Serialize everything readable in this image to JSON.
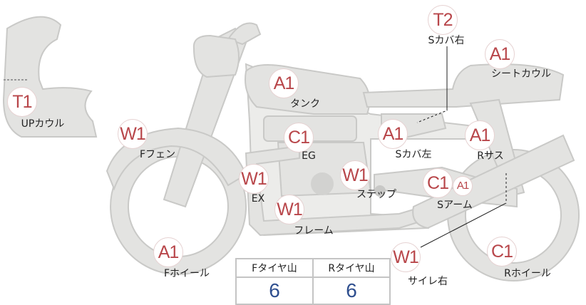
{
  "parts": [
    {
      "grade": "T2",
      "label": "Sカバ右"
    },
    {
      "grade": "A1",
      "label": "シートカウル"
    },
    {
      "grade": "A1",
      "label": "タンク"
    },
    {
      "grade": "T1",
      "label": "UPカウル"
    },
    {
      "grade": "W1",
      "label": "Fフェン"
    },
    {
      "grade": "C1",
      "label": "EG"
    },
    {
      "grade": "A1",
      "label": "Sカバ左"
    },
    {
      "grade": "A1",
      "label": "Rサス"
    },
    {
      "grade": "W1",
      "label": "EX"
    },
    {
      "grade": "W1",
      "label": "ステップ"
    },
    {
      "grade": "C1",
      "label": "Sアーム",
      "sub_grade": "A1"
    },
    {
      "grade": "W1",
      "label": "フレーム"
    },
    {
      "grade": "A1",
      "label": "Fホイール"
    },
    {
      "grade": "W1",
      "label": "サイレ右"
    },
    {
      "grade": "C1",
      "label": "Rホイール"
    }
  ],
  "tire_table": {
    "headers": [
      "Fタイヤ山",
      "Rタイヤ山"
    ],
    "values": [
      "6",
      "6"
    ]
  },
  "colors": {
    "grade_text": "#b8464a",
    "tire_value": "#2f4f8f",
    "bike_fill": "#e3e3e1"
  }
}
